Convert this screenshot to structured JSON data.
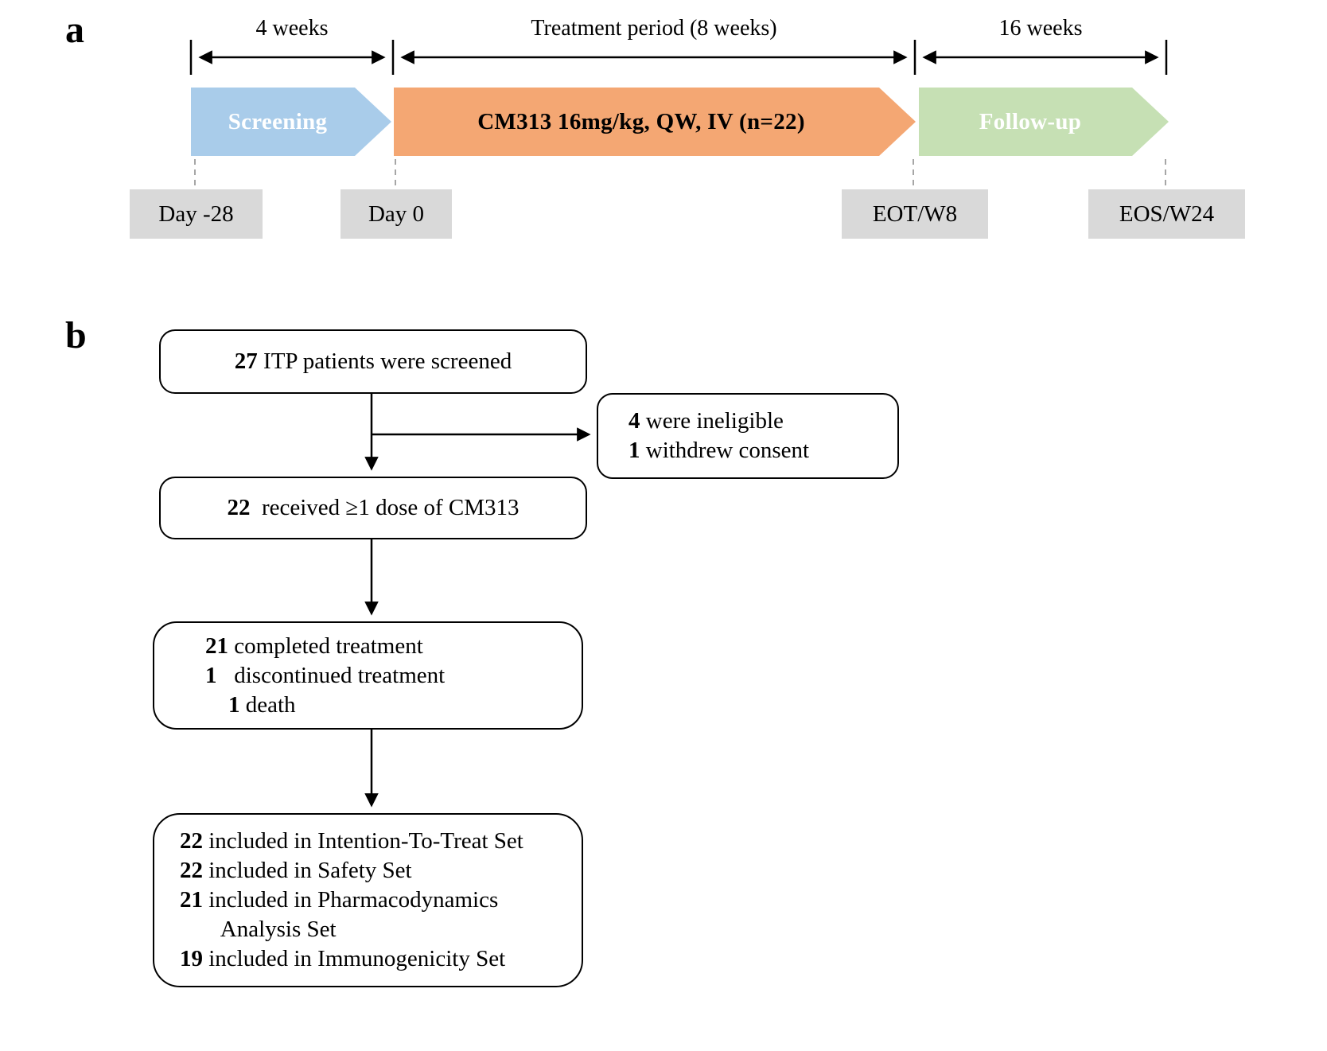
{
  "figure": {
    "panel_a": {
      "label": "a",
      "timeline_spans": [
        {
          "label": "4 weeks"
        },
        {
          "label": "Treatment period (8 weeks)"
        },
        {
          "label": "16 weeks"
        }
      ],
      "banners": [
        {
          "label": "Screening",
          "color": "#A9CCEA",
          "text_color": "#FFFFFF"
        },
        {
          "label": "CM313 16mg/kg, QW, IV (n=22)",
          "color": "#F4A773",
          "text_color": "#000000"
        },
        {
          "label": "Follow-up",
          "color": "#C6E0B4",
          "text_color": "#FFFFFF"
        }
      ],
      "milestones": [
        {
          "label": "Day -28"
        },
        {
          "label": "Day 0"
        },
        {
          "label": "EOT/W8"
        },
        {
          "label": "EOS/W24"
        }
      ],
      "milestone_bg": "#D9D9D9"
    },
    "panel_b": {
      "label": "b",
      "box_screened": {
        "lines": [
          {
            "num": "27",
            "text": " ITP patients were screened"
          }
        ]
      },
      "box_excluded": {
        "lines": [
          {
            "num": "4",
            "text": " were ineligible"
          },
          {
            "num": "1",
            "text": " withdrew consent"
          }
        ]
      },
      "box_dosed": {
        "lines": [
          {
            "num": "22",
            "text": "  received ≥1 dose of CM313"
          }
        ]
      },
      "box_treatment": {
        "lines": [
          {
            "num": "21",
            "text": " completed treatment"
          },
          {
            "num": "1",
            "text": "   discontinued treatment"
          },
          {
            "prefix": "    ",
            "num": "1",
            "text": " death"
          }
        ]
      },
      "box_sets": {
        "lines": [
          {
            "num": "22",
            "text": " included in Intention-To-Treat Set"
          },
          {
            "num": "22",
            "text": " included in Safety Set"
          },
          {
            "num": "21",
            "text": " included in Pharmacodynamics"
          },
          {
            "prefix": "       ",
            "text": "Analysis Set"
          },
          {
            "num": "19",
            "text": " included in Immunogenicity Set"
          }
        ]
      }
    }
  }
}
